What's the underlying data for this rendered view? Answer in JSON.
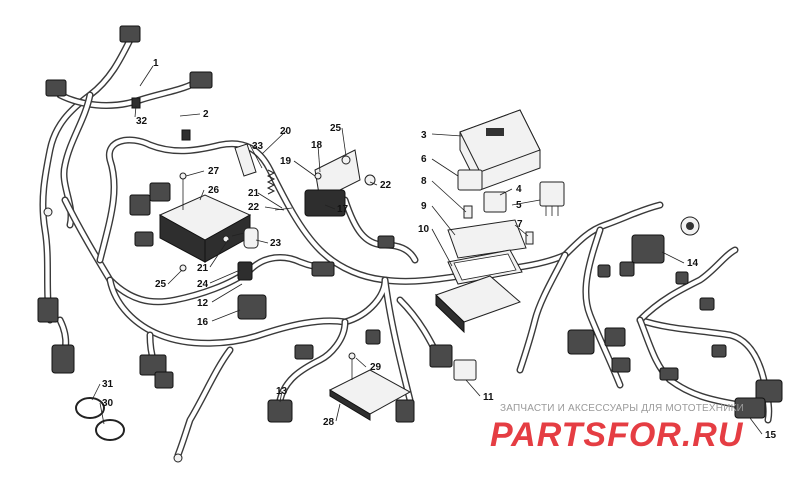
{
  "diagram": {
    "callouts": [
      "1",
      "2",
      "3",
      "4",
      "5",
      "6",
      "7",
      "8",
      "9",
      "10",
      "11",
      "12",
      "13",
      "14",
      "15",
      "16",
      "17",
      "18",
      "19",
      "20",
      "21",
      "21",
      "22",
      "22",
      "23",
      "24",
      "25",
      "25",
      "26",
      "27",
      "28",
      "29",
      "30",
      "31",
      "32",
      "33"
    ]
  },
  "watermark": {
    "caption": "ЗАПЧАСТИ И АКСЕССУАРЫ ДЛЯ МОТОТЕХНИКИ",
    "logo_text": "PARTSFOR.RU",
    "logo_color": "#e11b22"
  }
}
